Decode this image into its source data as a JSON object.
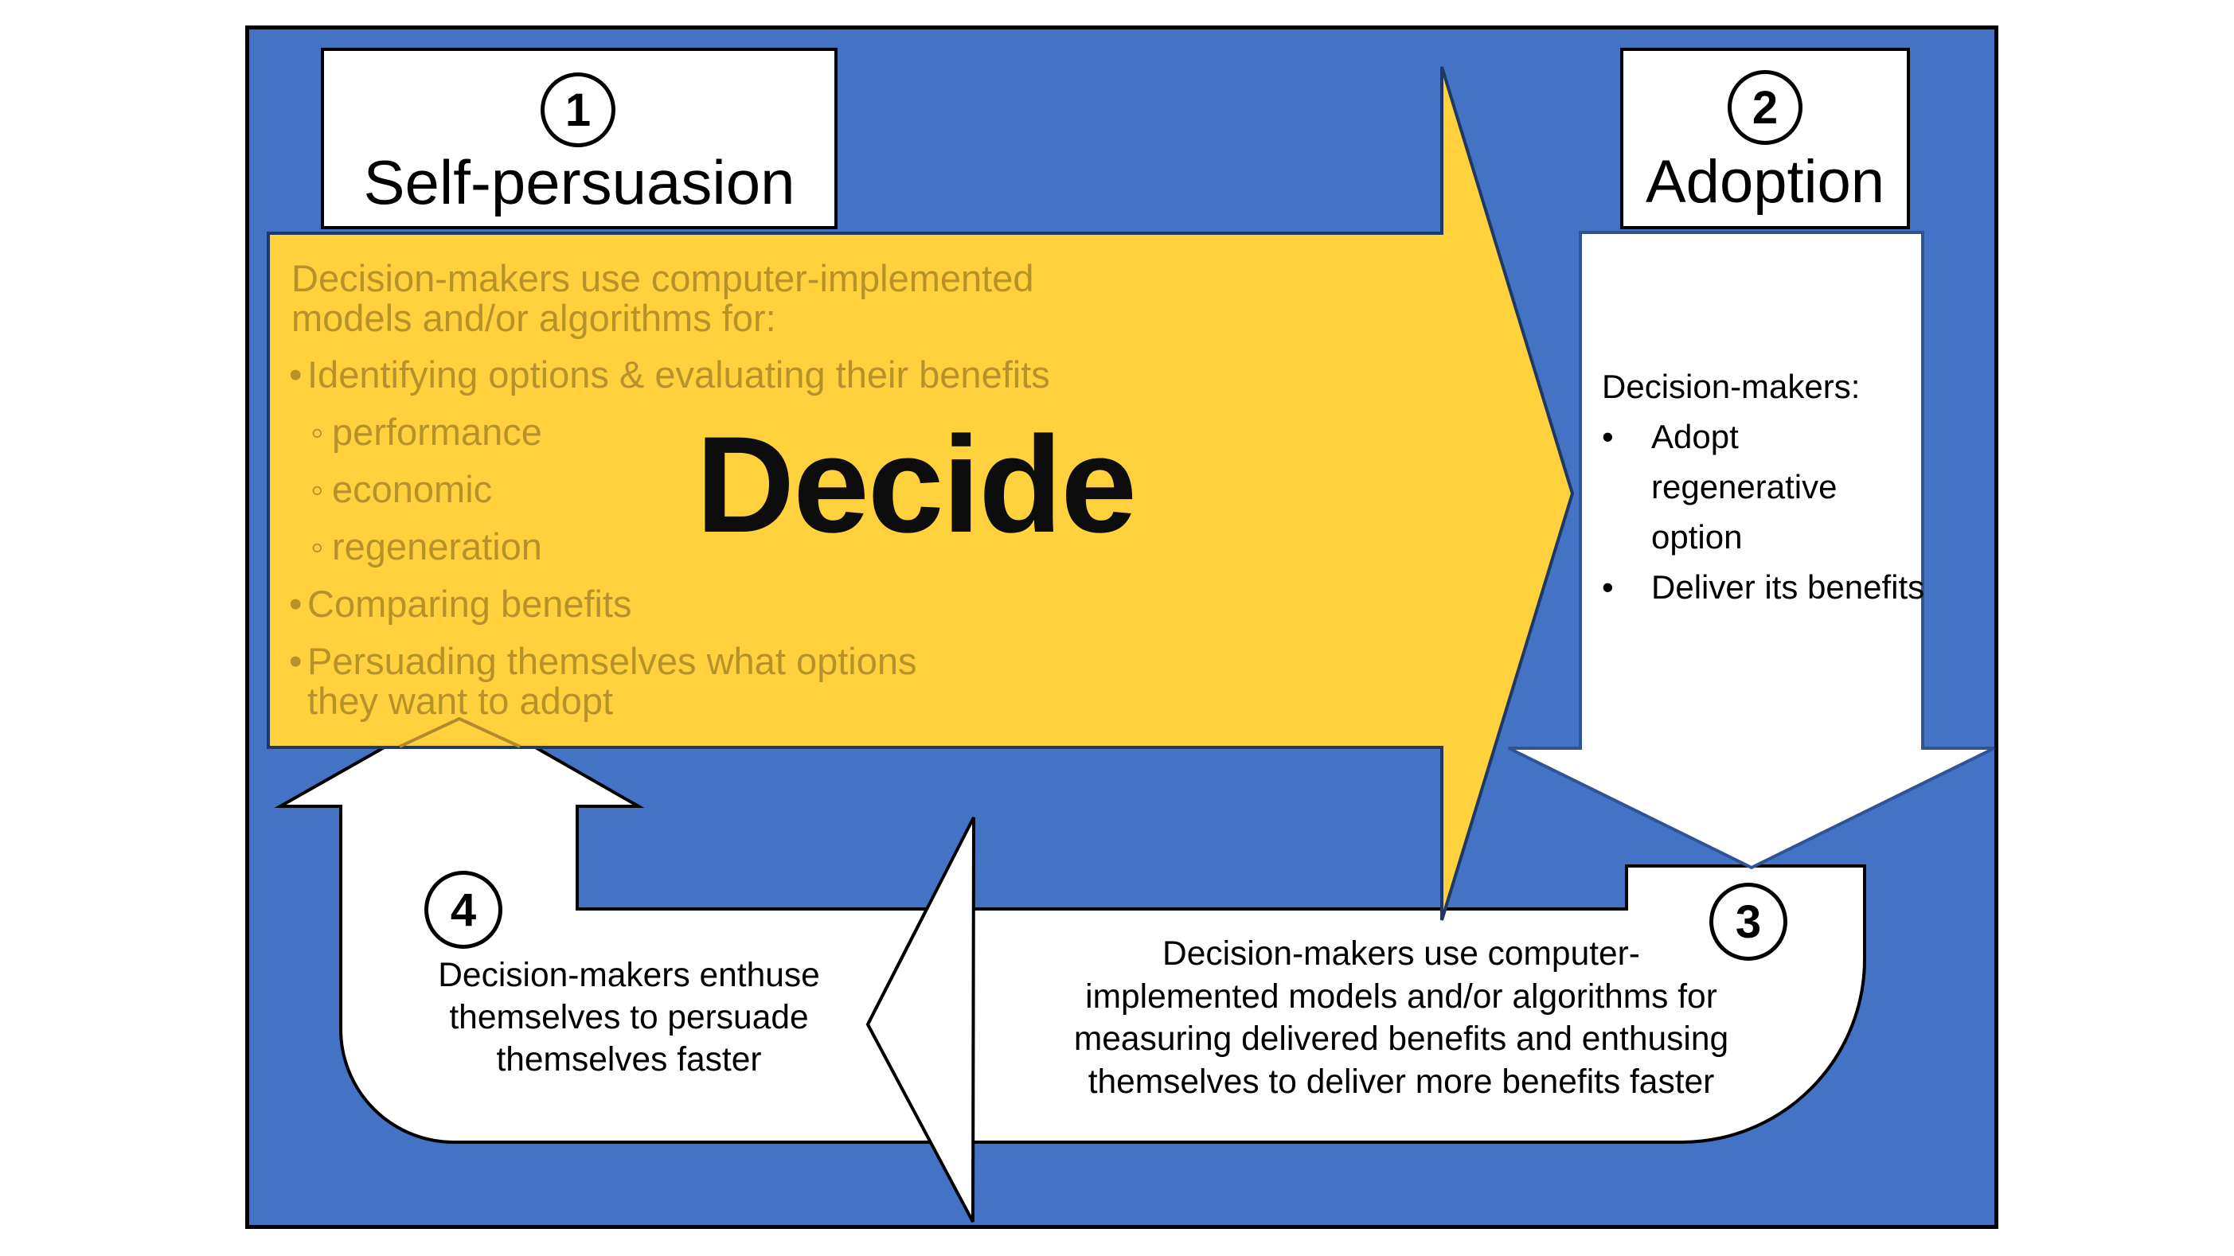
{
  "colors": {
    "background_panel": "#4472C4",
    "panel_border": "#000000",
    "yellow_arrow_fill": "#FFD13C",
    "yellow_arrow_border": "#1F3864",
    "down_arrow_border": "#2F5496",
    "loop_arrow_border": "#000000",
    "gold_text": "#B7922A",
    "notch_line": "#B28A2E",
    "black_text": "#0D0D0D"
  },
  "stage1": {
    "number": "1",
    "title": "Self-persuasion"
  },
  "stage2": {
    "number": "2",
    "title": "Adoption"
  },
  "stage3": {
    "number": "3"
  },
  "stage4": {
    "number": "4"
  },
  "yellow_arrow": {
    "label": "Decide",
    "intro_line1": "Decision-makers use computer-implemented",
    "intro_line2": "models and/or algorithms for:",
    "bullets": [
      {
        "marker": "•",
        "text": "Identifying options & evaluating their benefits"
      },
      {
        "marker": "◦",
        "text": "performance"
      },
      {
        "marker": "◦",
        "text": "economic"
      },
      {
        "marker": "◦",
        "text": "regeneration"
      },
      {
        "marker": "•",
        "text": "Comparing benefits"
      },
      {
        "marker": "•",
        "text": "Persuading themselves what options"
      },
      {
        "marker": "",
        "text": "they want to adopt"
      }
    ]
  },
  "adoption_arrow": {
    "heading": "Decision-makers:",
    "bullets": [
      {
        "marker": "•",
        "text": "Adopt regenerative option"
      },
      {
        "marker": "•",
        "text": "Deliver its benefits"
      }
    ]
  },
  "measure_arrow": {
    "line1": "Decision-makers use computer-",
    "line2": "implemented models and/or algorithms for",
    "line3": "measuring delivered benefits and enthusing",
    "line4": "themselves to deliver more benefits faster"
  },
  "enthuse_arrow": {
    "line1": "Decision-makers enthuse",
    "line2": "themselves to persuade",
    "line3": "themselves faster"
  }
}
